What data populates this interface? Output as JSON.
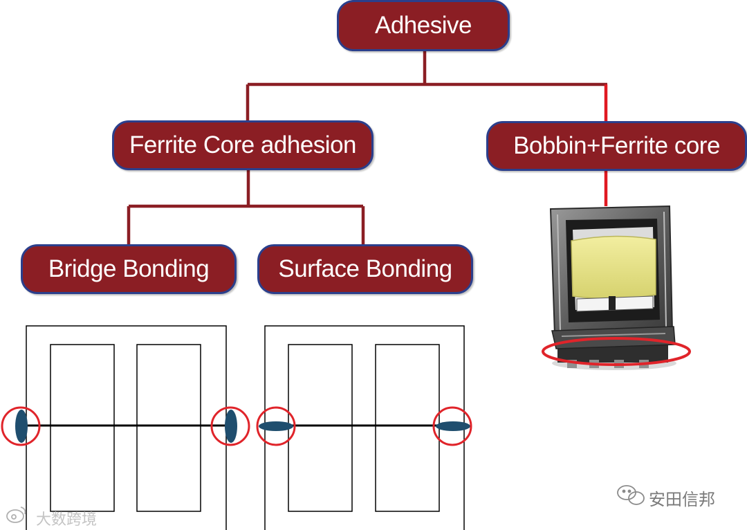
{
  "nodes": {
    "root": "Adhesive",
    "ferrite_core_adhesion": "Ferrite Core adhesion",
    "bobbin_ferrite_core": "Bobbin+Ferrite core",
    "bridge_bonding": "Bridge Bonding",
    "surface_bonding": "Surface Bonding"
  },
  "colors": {
    "node_fill": "#8b1e24",
    "node_border": "#2b3f8c",
    "connector_dark": "#8b1e24",
    "connector_bright": "#e01a22",
    "highlight_circle": "#e0242a",
    "adhesive_blob": "#1f4e6e",
    "transformer_bobbin": "#e8e48a"
  },
  "icons": {
    "wechat": "wechat-icon",
    "weibo": "weibo-icon"
  },
  "watermarks": {
    "wechat_account": "安田信邦",
    "weibo_account": "大数跨境"
  }
}
